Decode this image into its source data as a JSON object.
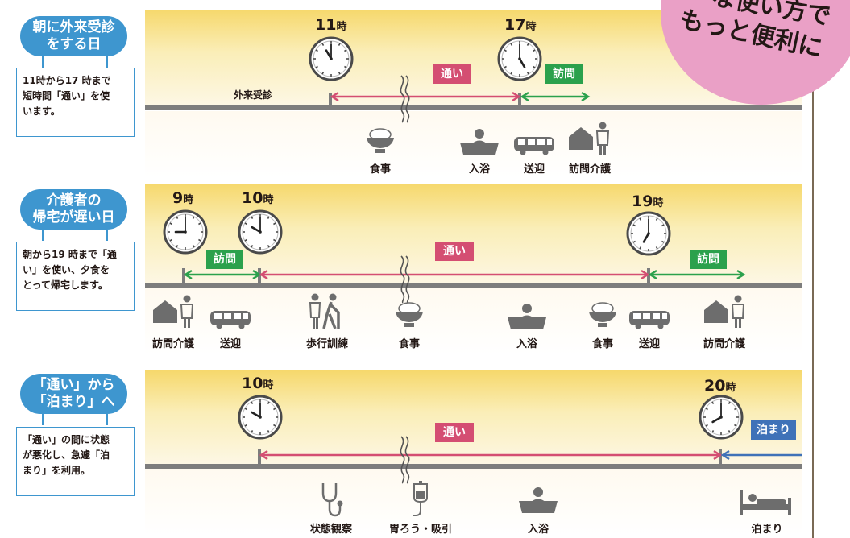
{
  "corner": {
    "line1": "な使い方で",
    "line2": "もっと便利に"
  },
  "rows": [
    {
      "title": [
        "朝に外来受診",
        "をする日"
      ],
      "note": [
        "11時から17 時まで",
        "短時間「通い」を使",
        "います。"
      ],
      "clocks": [
        {
          "hour": "11",
          "unit": "時",
          "h": 11,
          "m": 0
        },
        {
          "hour": "17",
          "unit": "時",
          "h": 17,
          "m": 0
        }
      ],
      "tags": {
        "kayoi": "通い",
        "homon": "訪問"
      },
      "axis_label": "外来受診",
      "icons": [
        {
          "name": "meal",
          "label": "食事"
        },
        {
          "name": "bath",
          "label": "入浴"
        },
        {
          "name": "bus",
          "label": "送迎"
        },
        {
          "name": "home-care",
          "label": "訪問介護"
        }
      ]
    },
    {
      "title": [
        "介護者の",
        "帰宅が遅い日"
      ],
      "note": [
        "朝から19 時まで「通",
        "い」を使い、夕食を",
        "とって帰宅します。"
      ],
      "clocks": [
        {
          "hour": "9",
          "unit": "時",
          "h": 9,
          "m": 0
        },
        {
          "hour": "10",
          "unit": "時",
          "h": 10,
          "m": 0
        },
        {
          "hour": "19",
          "unit": "時",
          "h": 19,
          "m": 0
        }
      ],
      "tags": {
        "homon1": "訪問",
        "kayoi": "通い",
        "homon2": "訪問"
      },
      "icons": [
        {
          "name": "home-care",
          "label": "訪問介護"
        },
        {
          "name": "bus",
          "label": "送迎"
        },
        {
          "name": "walking",
          "label": "歩行訓練"
        },
        {
          "name": "meal",
          "label": "食事"
        },
        {
          "name": "bath",
          "label": "入浴"
        },
        {
          "name": "meal",
          "label": "食事"
        },
        {
          "name": "bus",
          "label": "送迎"
        },
        {
          "name": "home-care",
          "label": "訪問介護"
        }
      ]
    },
    {
      "title": [
        "「通い」から",
        "「泊まり」へ"
      ],
      "note": [
        "「通い」の間に状態",
        "が悪化し、急遽「泊",
        "まり」を利用。"
      ],
      "clocks": [
        {
          "hour": "10",
          "unit": "時",
          "h": 10,
          "m": 0
        },
        {
          "hour": "20",
          "unit": "時",
          "h": 20,
          "m": 0
        }
      ],
      "tags": {
        "kayoi": "通い",
        "tomari": "泊まり"
      },
      "icons": [
        {
          "name": "stethoscope",
          "label": "状態観察"
        },
        {
          "name": "iv-drip",
          "label": "胃ろう・吸引"
        },
        {
          "name": "bath",
          "label": "入浴"
        },
        {
          "name": "bed",
          "label": "泊まり"
        }
      ]
    }
  ],
  "colors": {
    "accent": "#3e96cf",
    "kayoi": "#d44e72",
    "homon": "#2ba14c",
    "tomari": "#3f72b8"
  }
}
